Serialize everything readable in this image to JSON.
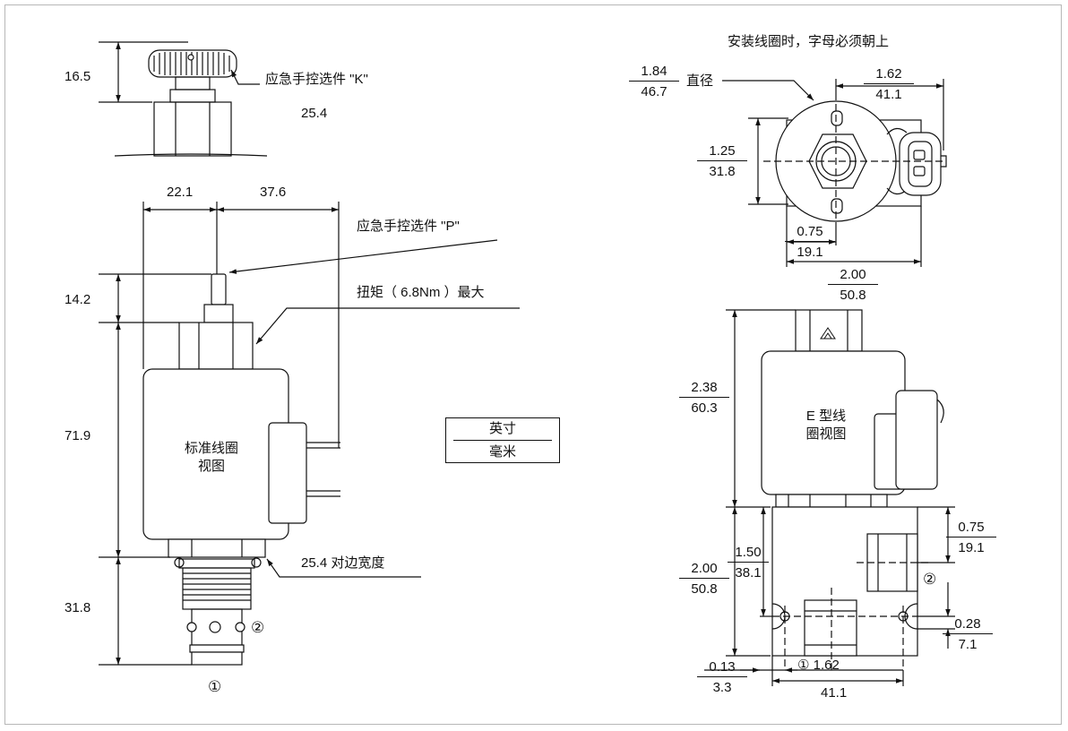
{
  "left": {
    "dim_top_height": "16.5",
    "knob_label": "应急手控选件 \"K\"",
    "knob_width": "25.4",
    "dim_left_width": "22.1",
    "dim_right_width": "37.6",
    "pin_label": "应急手控选件 \"P\"",
    "torque_label": "扭矩（ 6.8Nm ）最大",
    "dim_pin_height": "14.2",
    "dim_coil_height": "71.9",
    "dim_cart_height": "31.8",
    "coil_text_1": "标准线圈",
    "coil_text_2": "视图",
    "hex_label": "25.4  对边宽度",
    "port1": "①",
    "port2": "②"
  },
  "units": {
    "inch": "英寸",
    "mm": "毫米"
  },
  "right": {
    "note": "安装线圈时，字母必须朝上",
    "dia_in": "1.84",
    "dia_mm": "46.7",
    "dia_label": "直径",
    "w_in": "1.62",
    "w_mm": "41.1",
    "h_in": "1.25",
    "h_mm": "31.8",
    "off_in": "0.75",
    "off_mm": "19.1",
    "base_in": "2.00",
    "base_mm": "50.8",
    "coil_h_in": "2.38",
    "coil_h_mm": "60.3",
    "coil_text_1": "E 型线",
    "coil_text_2": "圈视图",
    "body_h_in": "2.00",
    "body_h_mm": "50.8",
    "port_h_in": "1.50",
    "port_h_mm": "38.1",
    "port2_in": "0.75",
    "port2_mm": "19.1",
    "hole_in": "0.28",
    "hole_mm": "7.1",
    "edge_in": "0.13",
    "edge_mm": "3.3",
    "port1_label": "① 1.62",
    "bottom_mm": "41.1",
    "port2": "②"
  },
  "colors": {
    "line": "#111111",
    "frame": "#b7b7b7",
    "fill": "#ffffff"
  }
}
